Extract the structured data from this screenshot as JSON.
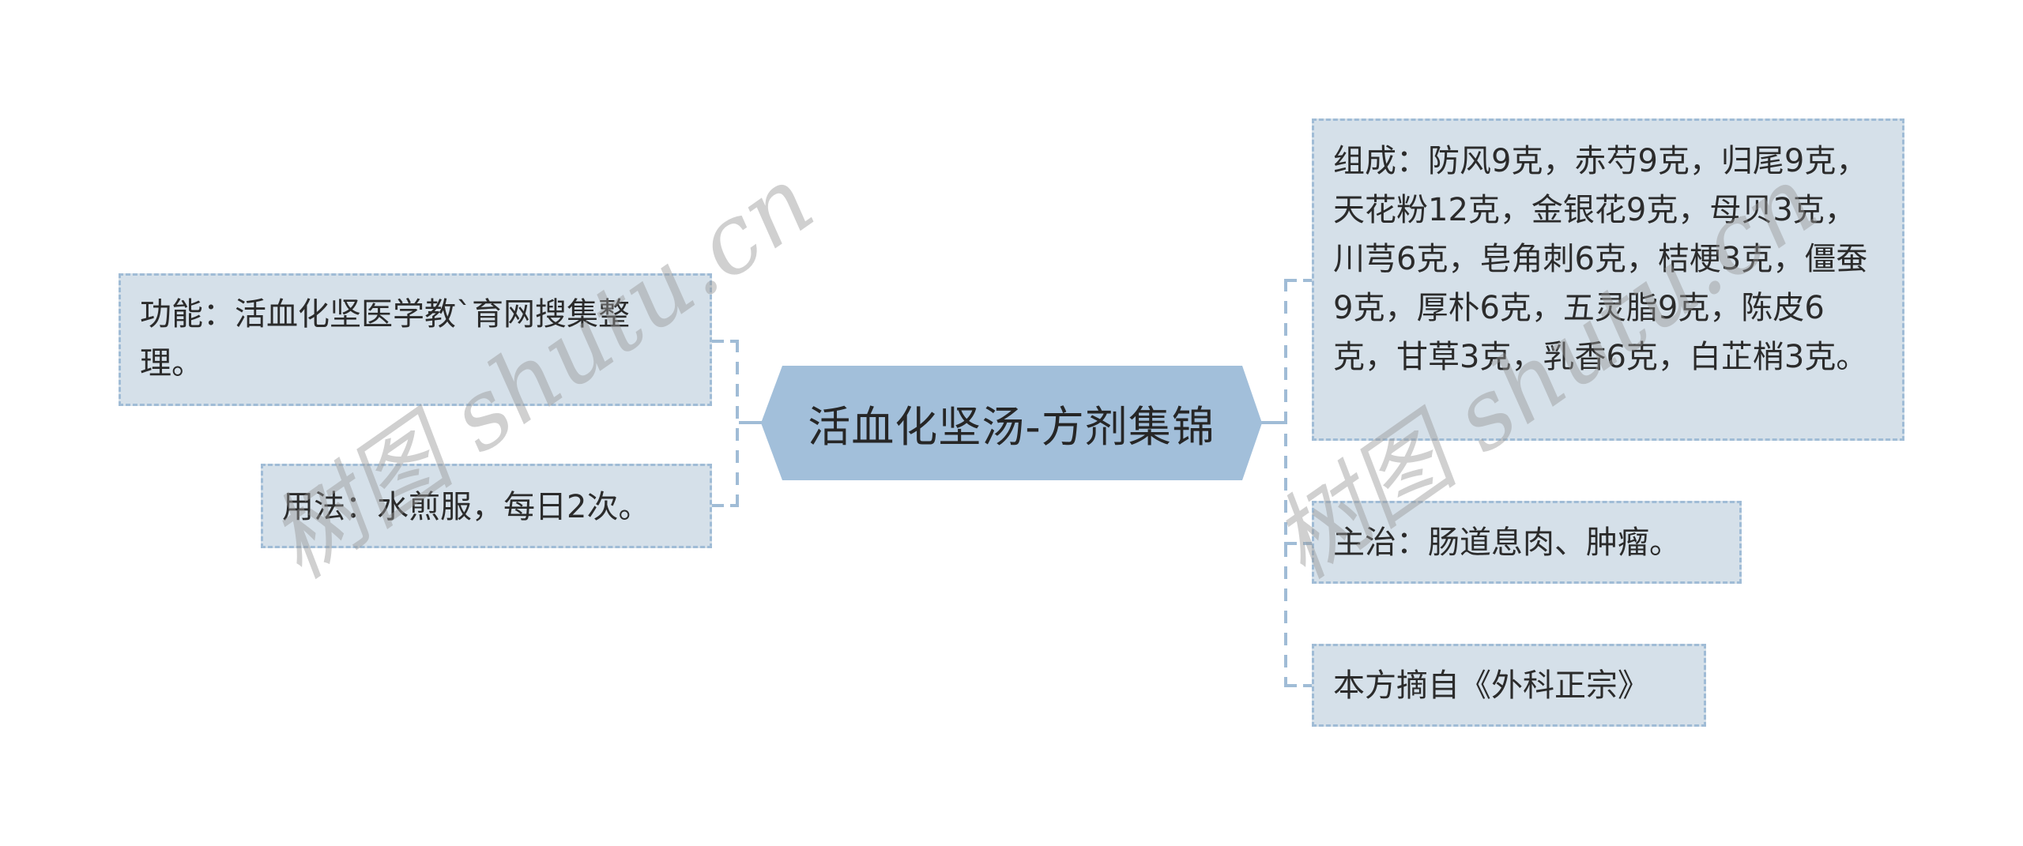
{
  "mindmap": {
    "root": {
      "label": "活血化坚汤-方剂集锦"
    },
    "left_children": [
      {
        "id": "function",
        "label": "功能：活血化坚医学教`育网搜集整理。"
      },
      {
        "id": "usage",
        "label": "用法：水煎服，每日2次。"
      }
    ],
    "right_children": [
      {
        "id": "composition",
        "label": "组成：防风9克，赤芍9克，归尾9克，天花粉12克，金银花9克，母贝3克，川芎6克，皂角刺6克，桔梗3克，僵蚕9克，厚朴6克，五灵脂9克，陈皮6克，甘草3克，乳香6克，白芷梢3克。"
      },
      {
        "id": "indication",
        "label": "主治：肠道息肉、肿瘤。"
      },
      {
        "id": "source",
        "label": "本方摘自《外科正宗》"
      }
    ]
  },
  "watermark": {
    "text": "树图 shutu.cn"
  },
  "colors": {
    "root_fill": "#a2bfda",
    "node_fill": "#d5e0e9",
    "connector": "#a0bcd6",
    "text": "#2b2b2b"
  }
}
